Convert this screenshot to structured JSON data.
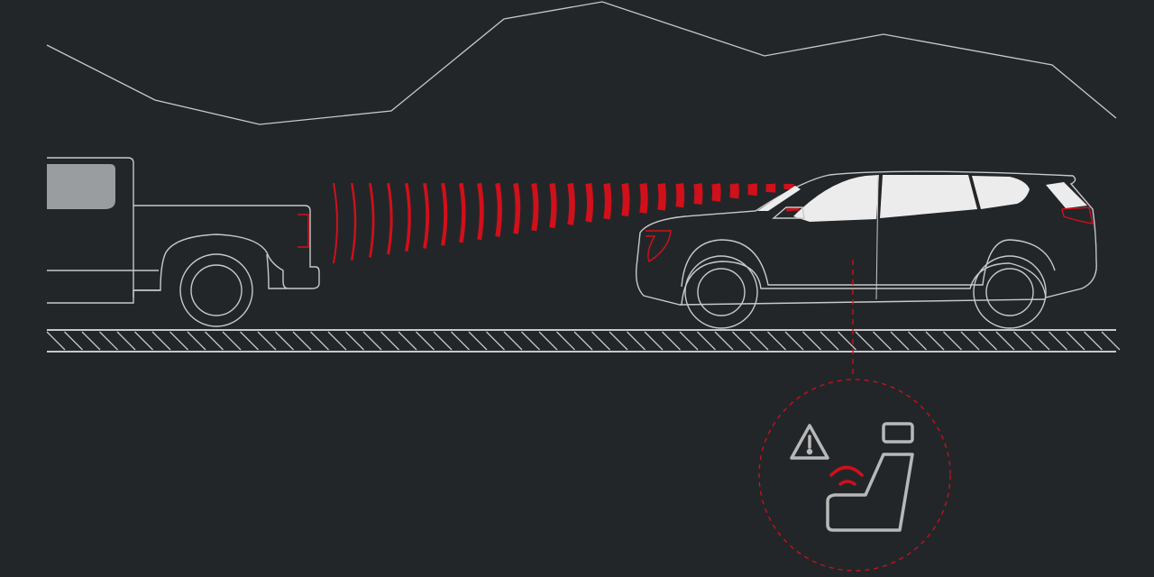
{
  "colors": {
    "background": "#232629",
    "line": "#c8c8c8",
    "accent_red": "#d0101a",
    "window_fill": "#ececec",
    "truck_window": "#9a9d9f"
  },
  "icons": [
    "mountain-outline",
    "pickup-truck",
    "radar-waves",
    "suv",
    "road",
    "warning-icon",
    "seat-icon",
    "vibration-icon",
    "headrest-icon"
  ]
}
